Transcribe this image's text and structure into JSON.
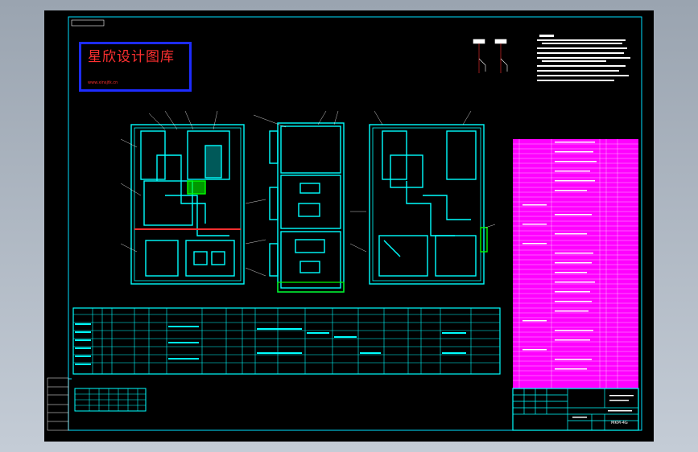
{
  "watermark": {
    "title": "星欣设计图库",
    "line_www": "www.xinsjtk.cn"
  },
  "labels": {
    "titleblock_drawing_no": "MKM-4G"
  },
  "colors": {
    "background": "#000000",
    "frame": "#00e0ff",
    "drawing": "#00ffff",
    "highlight": "#ff00ff",
    "ground": "#00ff00",
    "accent_red": "#ff3030",
    "logo_border": "#1d2cff"
  }
}
